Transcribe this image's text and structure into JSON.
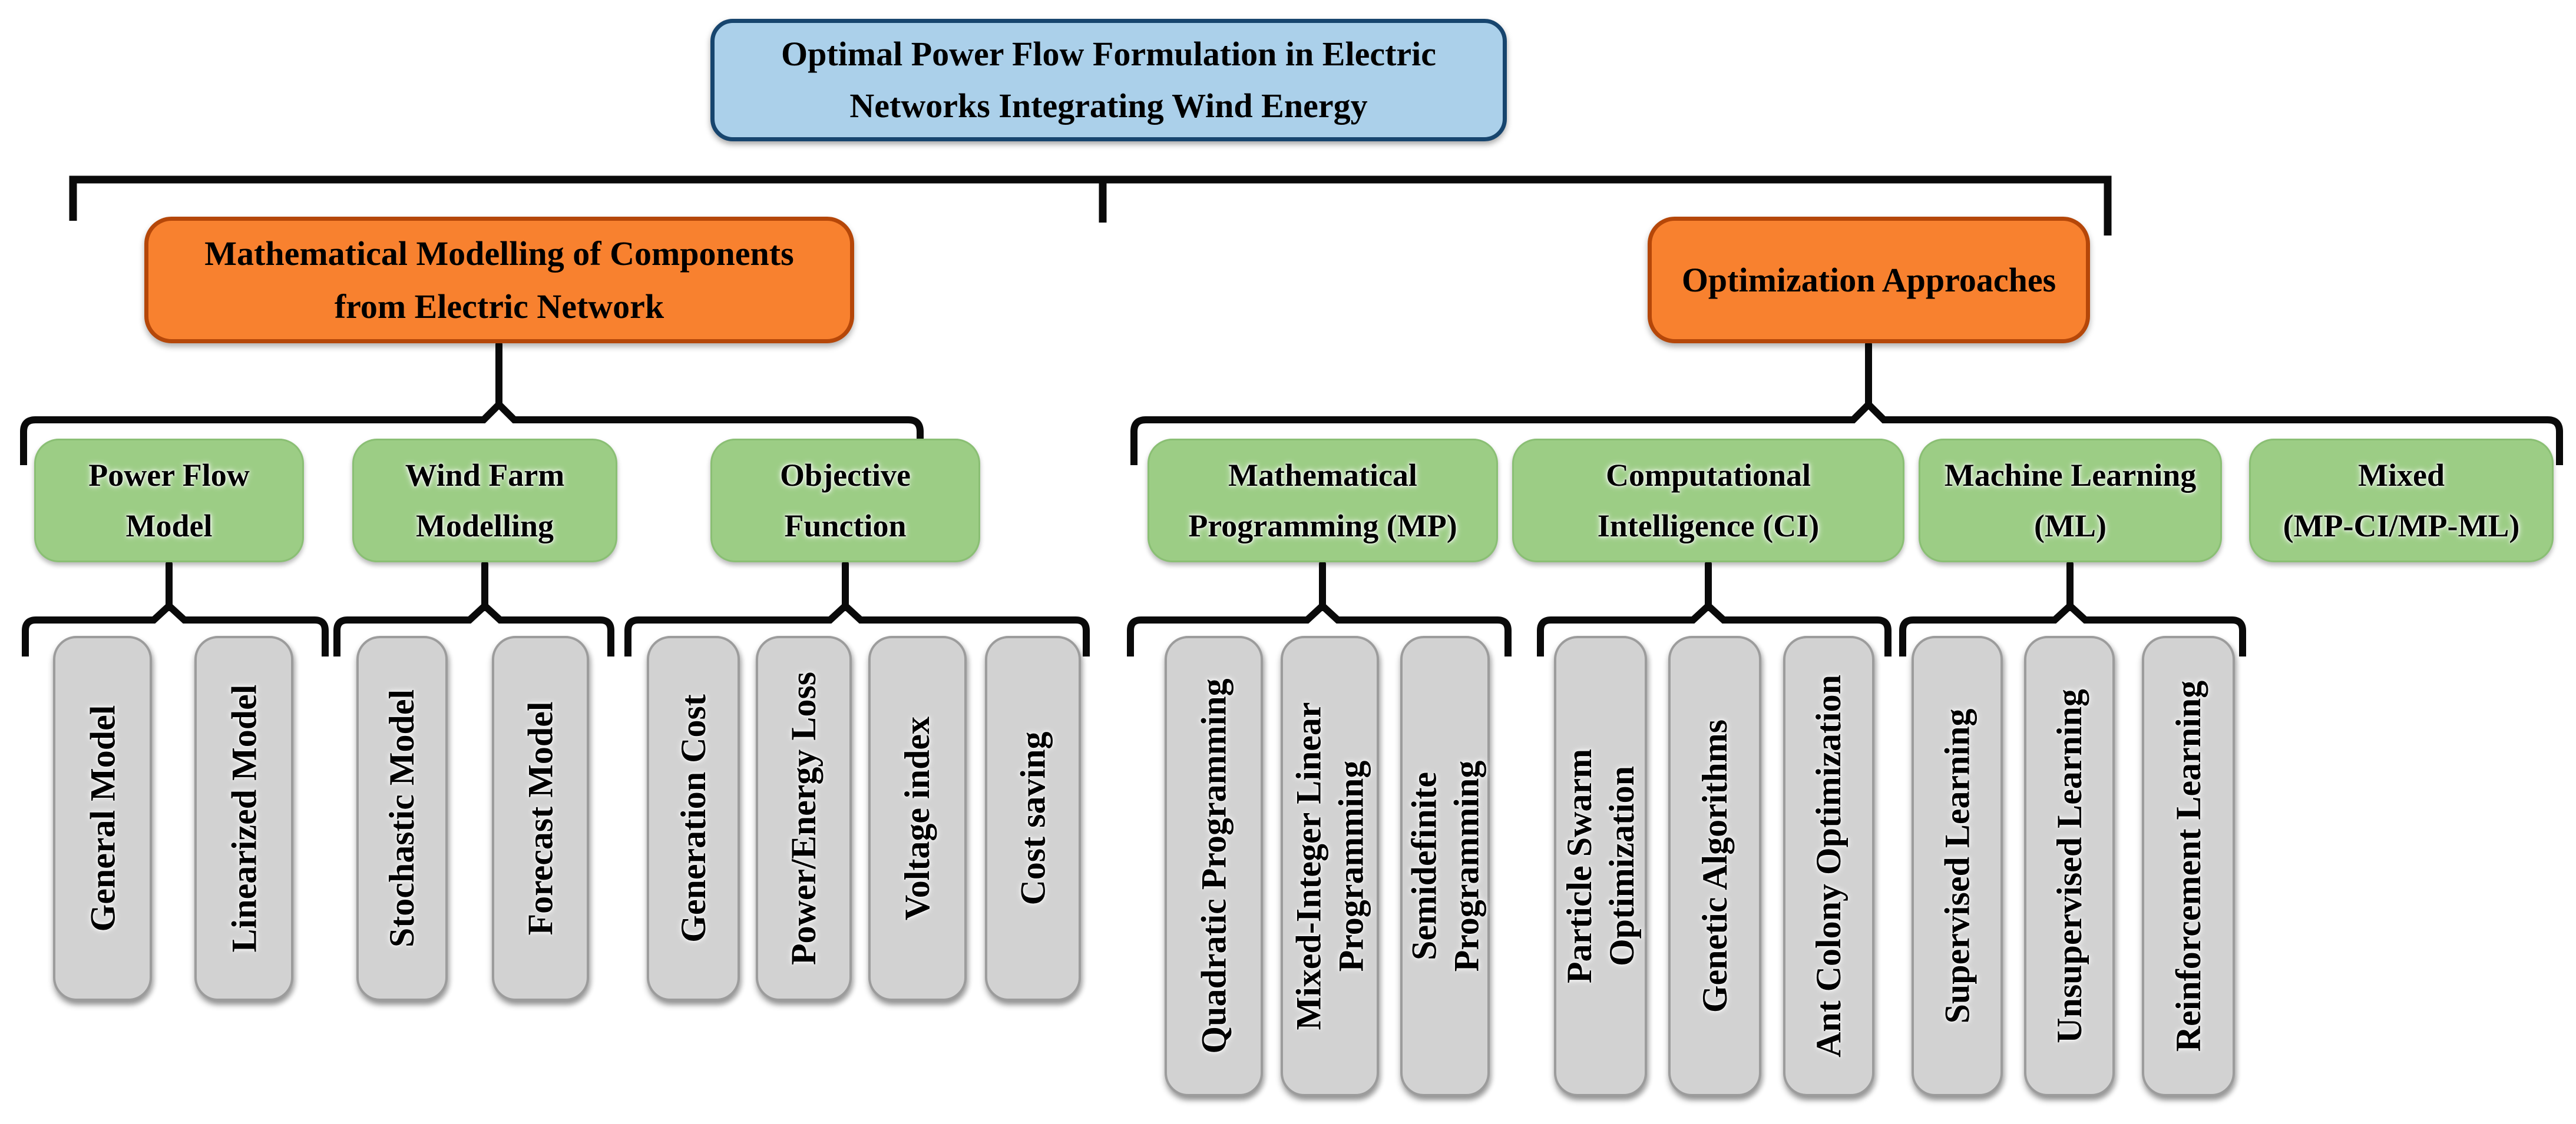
{
  "figure": {
    "type": "hierarchy-diagram",
    "description": "Taxonomy tree of optimal power flow formulation topics"
  },
  "root": {
    "lines": [
      "Optimal Power Flow Formulation in Electric",
      "Networks Integrating Wind Energy"
    ]
  },
  "left_branch": {
    "lines": [
      "Mathematical Modelling of Components",
      "from Electric Network"
    ],
    "groups": [
      {
        "lines": [
          "Power Flow",
          "Model"
        ],
        "children": [
          {
            "lines": [
              "General Model"
            ]
          },
          {
            "lines": [
              "Linearized Model"
            ]
          }
        ]
      },
      {
        "lines": [
          "Wind Farm",
          "Modelling"
        ],
        "children": [
          {
            "lines": [
              "Stochastic Model"
            ]
          },
          {
            "lines": [
              "Forecast Model"
            ]
          }
        ]
      },
      {
        "lines": [
          "Objective",
          "Function"
        ],
        "children": [
          {
            "lines": [
              "Generation Cost"
            ]
          },
          {
            "lines": [
              "Power/Energy Loss"
            ]
          },
          {
            "lines": [
              "Voltage index"
            ]
          },
          {
            "lines": [
              "Cost saving"
            ]
          }
        ]
      }
    ]
  },
  "right_branch": {
    "lines": [
      "Optimization Approaches"
    ],
    "groups": [
      {
        "lines": [
          "Mathematical",
          "Programming (MP)"
        ],
        "children": [
          {
            "lines": [
              "Quadratic Programming"
            ]
          },
          {
            "lines": [
              "Mixed-Integer Linear",
              "Programming"
            ]
          },
          {
            "lines": [
              "Semidefinite",
              "Programming"
            ]
          }
        ]
      },
      {
        "lines": [
          "Computational",
          "Intelligence (CI)"
        ],
        "children": [
          {
            "lines": [
              "Particle Swarm",
              "Optimization"
            ]
          },
          {
            "lines": [
              "Genetic Algorithms"
            ]
          },
          {
            "lines": [
              "Ant Colony Optimization"
            ]
          }
        ]
      },
      {
        "lines": [
          "Machine Learning",
          "(ML)"
        ],
        "children": [
          {
            "lines": [
              "Supervised Learning"
            ]
          },
          {
            "lines": [
              "Unsupervised Learning"
            ]
          },
          {
            "lines": [
              "Reinforcement Learning"
            ]
          }
        ]
      },
      {
        "lines": [
          "Mixed",
          "(MP-CI/MP-ML)"
        ],
        "children": []
      }
    ]
  },
  "palette": {
    "root_fill": "#ABD0EA",
    "root_border": "#17456E",
    "branch_fill": "#F8812F",
    "branch_border": "#B54709",
    "group_fill": "#9CCD85",
    "group_border": "#8ABF74",
    "leaf_fill": "#D2D2D2",
    "leaf_border": "#9C9C9C",
    "connector": "#0A0A0A",
    "text": "#000000"
  }
}
